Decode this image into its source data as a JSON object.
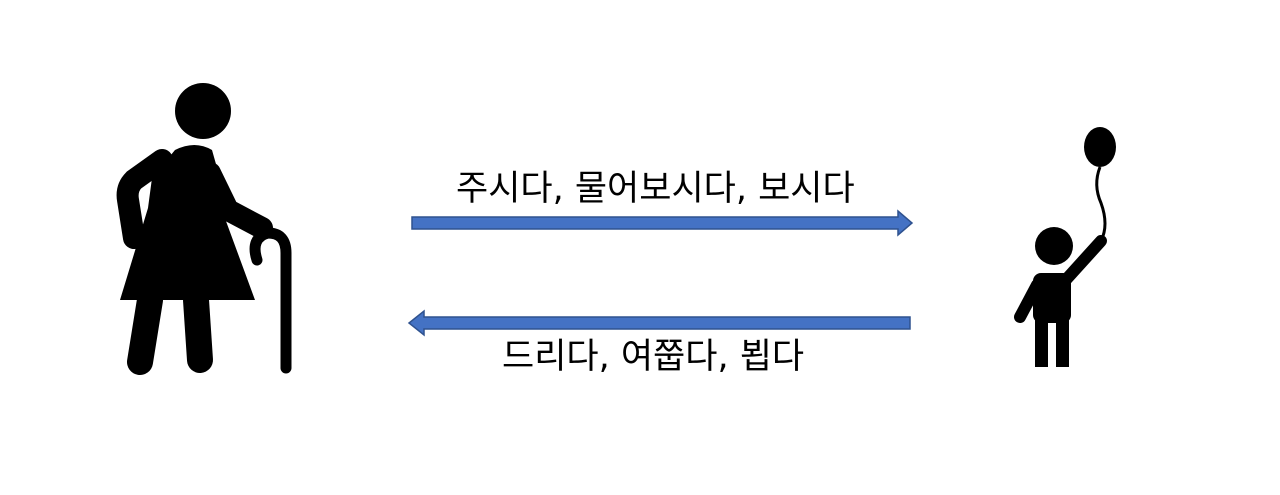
{
  "top_arrow": {
    "label": "주시다, 물어보시다, 보시다",
    "direction": "elder-to-child",
    "color": "#4472C4"
  },
  "bottom_arrow": {
    "label": "드리다, 여쭙다, 뵙다",
    "direction": "child-to-elder",
    "color": "#4472C4"
  },
  "figures": {
    "left_icon": "elderly-person-with-cane-icon",
    "right_icon": "child-with-balloon-icon"
  }
}
